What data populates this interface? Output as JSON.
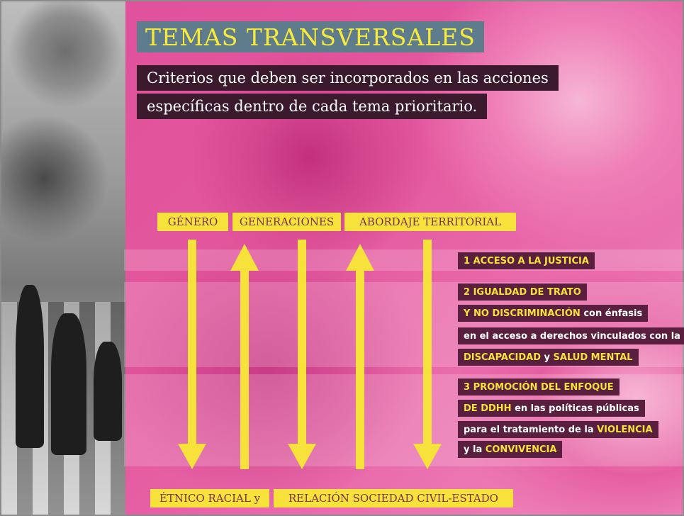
{
  "title": "TEMAS TRANSVERSALES",
  "subtitle": {
    "line1": "Criterios que deben ser incorporados en  las acciones",
    "line2": "específicas dentro de cada tema prioritario."
  },
  "top_tags": [
    "GÉNERO",
    "GENERACIONES",
    "ABORDAJE TERRITORIAL"
  ],
  "bottom_tags": [
    "ÉTNICO RACIAL y",
    "RELACIÓN SOCIEDAD CIVIL-ESTADO"
  ],
  "items": {
    "item1": "1 ACCESO A LA JUSTICIA",
    "item2": {
      "l1": "2 IGUALDAD DE TRATO",
      "l2a": "Y NO DISCRIMINACIÓN",
      "l2b": " con énfasis",
      "l3": "en el acceso a derechos vinculados con la",
      "l4a": "DISCAPACIDAD",
      "l4b": " y ",
      "l4c": "SALUD MENTAL"
    },
    "item3": {
      "l1": "3 PROMOCIÓN DEL ENFOQUE",
      "l2a": "DE DDHH",
      "l2b": " en las políticas públicas",
      "l3a": "para el tratamiento de la ",
      "l3b": "VIOLENCIA",
      "l4a": "y la ",
      "l4b": "CONVIVENCIA"
    }
  },
  "colors": {
    "accent_yellow": "#f6e23a",
    "magenta": "#e4589f",
    "title_bg": "#5e7c8c",
    "dark_box": "#5a1f3e"
  }
}
